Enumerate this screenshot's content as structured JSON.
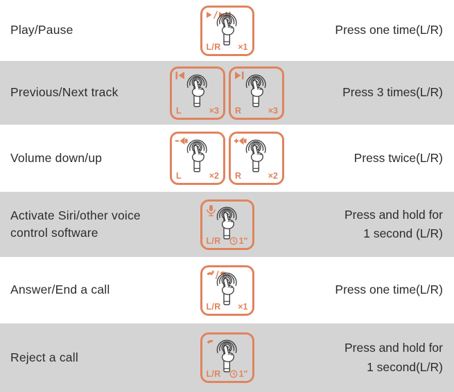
{
  "colors": {
    "accent_orange": "#e0835d",
    "shaded_row_bg": "#d4d4d4",
    "text": "#2c2c2c",
    "illustration_line": "#3a3a3a"
  },
  "rows": [
    {
      "action": "Play/Pause",
      "instruction": "Press one time(L/R)",
      "shaded": false,
      "boxes": [
        {
          "icon": "play-pause-icon",
          "side": "L/R",
          "count": "×1"
        }
      ]
    },
    {
      "action": "Previous/Next track",
      "instruction": "Press 3 times(L/R)",
      "shaded": true,
      "boxes": [
        {
          "icon": "previous-track-icon",
          "side": "L",
          "count": "×3"
        },
        {
          "icon": "next-track-icon",
          "side": "R",
          "count": "×3"
        }
      ]
    },
    {
      "action": "Volume down/up",
      "instruction": "Press twice(L/R)",
      "shaded": false,
      "boxes": [
        {
          "icon": "volume-down-icon",
          "side": "L",
          "count": "×2"
        },
        {
          "icon": "volume-up-icon",
          "side": "R",
          "count": "×2"
        }
      ]
    },
    {
      "action": "Activate Siri/other voice control software",
      "instruction": "Press and hold for",
      "instruction_line2": "1 second (L/R)",
      "shaded": true,
      "boxes": [
        {
          "icon": "microphone-icon",
          "side": "L/R",
          "duration": "1\""
        }
      ]
    },
    {
      "action": "Answer/End a call",
      "instruction": "Press one time(L/R)",
      "shaded": false,
      "boxes": [
        {
          "icon": "answer-end-call-icon",
          "side": "L/R",
          "count": "×1"
        }
      ]
    },
    {
      "action": "Reject a call",
      "instruction": "Press and hold for",
      "instruction_line2": "1 second(L/R)",
      "shaded": true,
      "boxes": [
        {
          "icon": "reject-call-icon",
          "side": "L/R",
          "duration": "1\""
        }
      ]
    }
  ]
}
